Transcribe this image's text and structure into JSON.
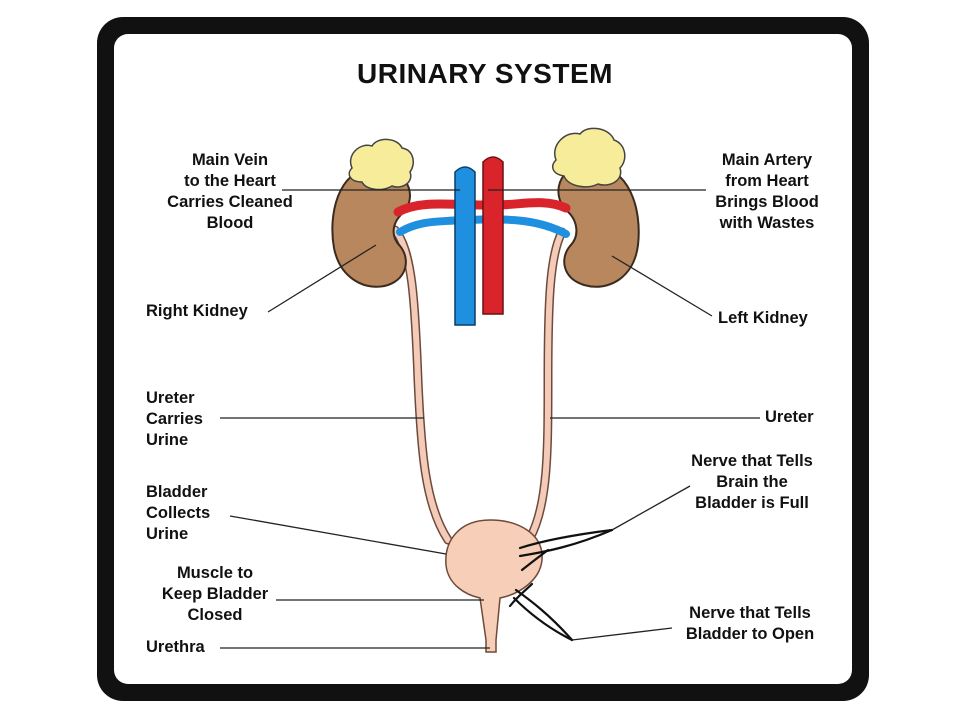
{
  "title": "URINARY SYSTEM",
  "labels": {
    "main_vein": "Main Vein\nto the Heart\nCarries Cleaned\nBlood",
    "main_artery": "Main Artery\nfrom Heart\nBrings Blood\nwith Wastes",
    "right_kidney": "Right Kidney",
    "left_kidney": "Left Kidney",
    "ureter_left": "Ureter\nCarries\nUrine",
    "ureter_right": "Ureter",
    "bladder": "Bladder\nCollects\nUrine",
    "nerve_full": "Nerve that Tells\nBrain the\nBladder is Full",
    "muscle": "Muscle to\nKeep Bladder\nClosed",
    "nerve_open": "Nerve that Tells\nBladder to Open",
    "urethra": "Urethra"
  },
  "colors": {
    "frame": "#111111",
    "kidney": "#b8875e",
    "adrenal": "#f6ec9a",
    "vein": "#1f8fe0",
    "artery": "#d8242a",
    "ureter": "#f3cbb8",
    "bladder": "#f7cfb8"
  }
}
